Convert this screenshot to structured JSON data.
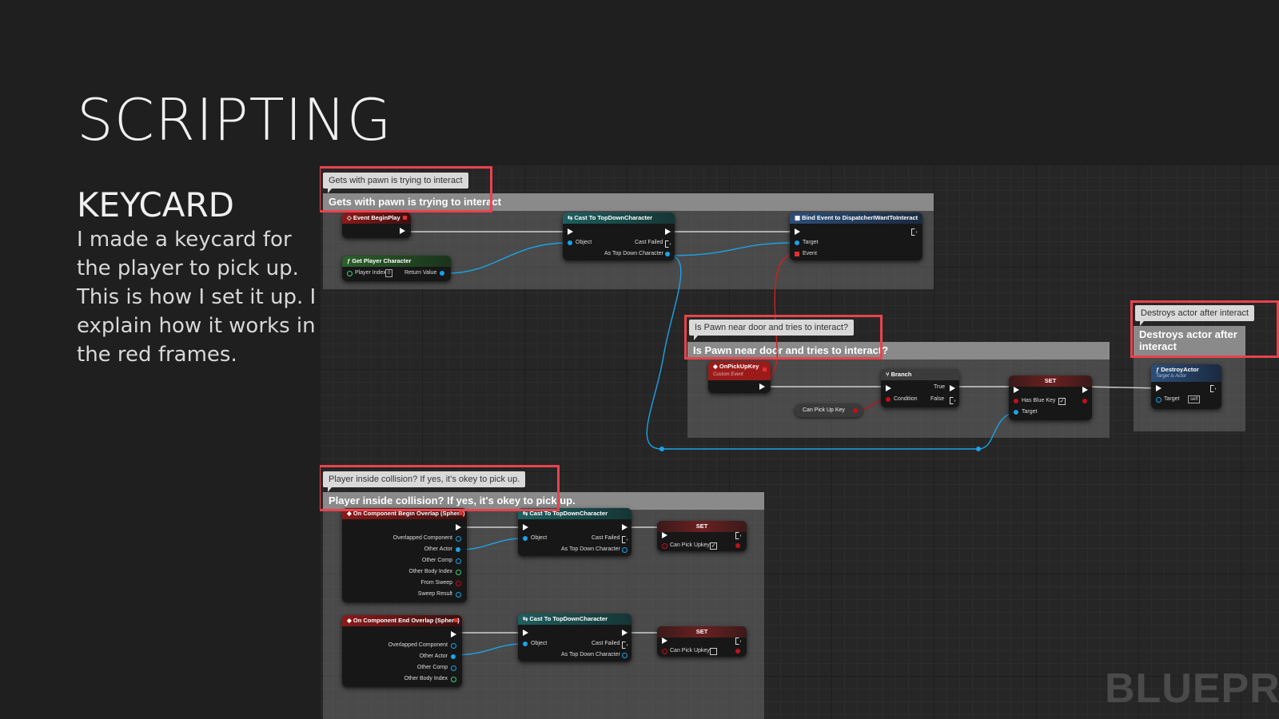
{
  "slide": {
    "title": "SCRIPTING",
    "subtitle": "KEYCARD",
    "description": "I made a keycard for the player to pick up. This is how I set it up. I explain how it works in the red frames."
  },
  "watermark": "BLUEPRI",
  "comments": {
    "c1": "Gets with pawn is trying to interact",
    "c2": "Is Pawn near door and tries to interact?",
    "c3": "Destroys actor after interact",
    "c4": "Player inside collision? If yes, it's okey to pick up."
  },
  "nodes": {
    "event_begin_play": "Event BeginPlay",
    "get_player_character": "Get Player Character",
    "player_index": "Player Index",
    "player_index_value": "0",
    "return_value": "Return Value",
    "cast_to_topdown": "Cast To TopDownCharacter",
    "object": "Object",
    "cast_failed": "Cast Failed",
    "as_top_down_character": "As Top Down Character",
    "bind_event": "Bind Event to DispatcherIWantToInteract",
    "target": "Target",
    "event": "Event",
    "on_pick_up_key": "OnPickUpKey",
    "custom_event": "Custom Event",
    "branch": "Branch",
    "condition": "Condition",
    "true_label": "True",
    "false_label": "False",
    "can_pick_up_key": "Can Pick Up Key",
    "set_label": "SET",
    "has_blue_key": "Has Blue Key",
    "destroy_actor": "DestroyActor",
    "target_is_actor": "Target is Actor",
    "self_label": "self",
    "on_begin_overlap": "On Component Begin Overlap (Sphere)",
    "on_end_overlap": "On Component End Overlap (Sphere)",
    "overlapped_component": "Overlapped Component",
    "other_actor": "Other Actor",
    "other_comp": "Other Comp",
    "other_body_index": "Other Body Index",
    "from_sweep": "From Sweep",
    "sweep_result": "Sweep Result",
    "can_pick_upkey": "Can Pick Upkey"
  },
  "colors": {
    "exec_wire": "#cfcfcf",
    "object_wire": "#1aa3e8",
    "delegate_wire": "#d02020",
    "frame": "#e8434d"
  }
}
